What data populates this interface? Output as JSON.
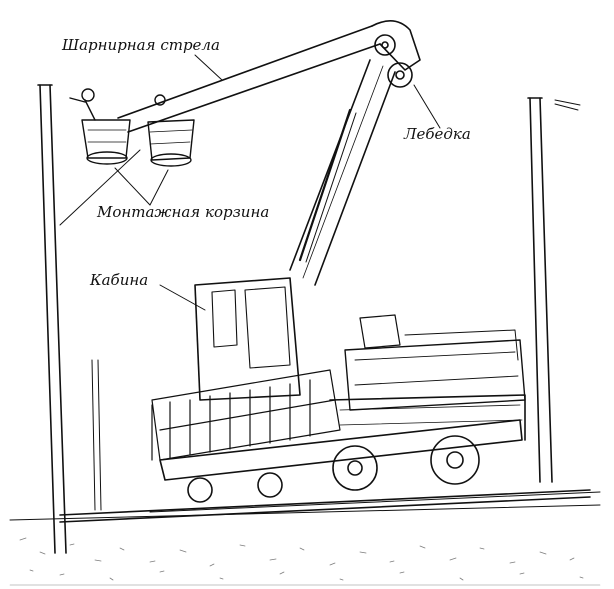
{
  "labels": {
    "boom": "Шарнирная стрела",
    "winch": "Лебедка",
    "basket": "Монтажная корзина",
    "cabin": "Кабина"
  },
  "colors": {
    "ink": "#111111",
    "paper": "#ffffff"
  }
}
